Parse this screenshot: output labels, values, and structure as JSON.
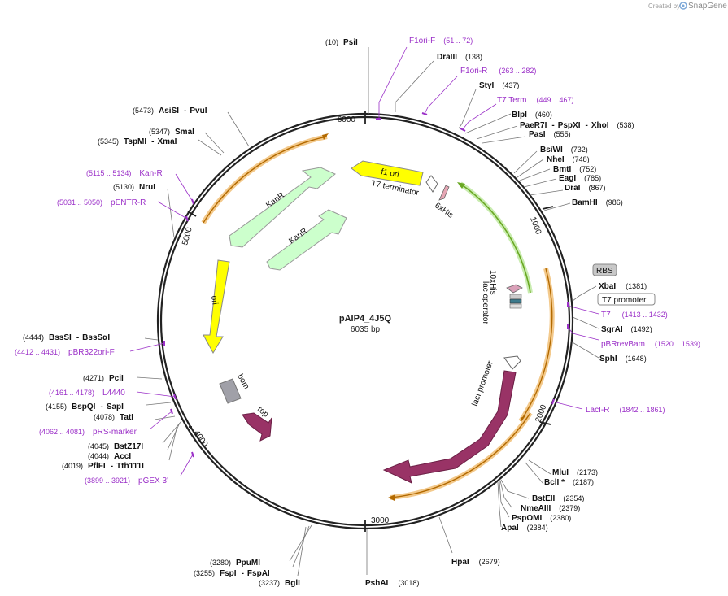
{
  "credit": {
    "created_by": "Created by",
    "brand": "SnapGene"
  },
  "plasmid": {
    "name": "pAIP4_4J5Q",
    "length_label": "6035 bp"
  },
  "ticks": [
    "1000",
    "2000",
    "3000",
    "4000",
    "5000",
    "6000"
  ],
  "enzymes": [
    {
      "pos": "(10)",
      "name": "PsiI"
    },
    {
      "name": "DraIII",
      "pos": "(138)"
    },
    {
      "name": "StyI",
      "pos": "(437)"
    },
    {
      "name": "BlpI",
      "pos": "(460)"
    },
    {
      "name": "PaeR7I",
      "name2": "PspXI",
      "name3": "XhoI",
      "pos": "(538)"
    },
    {
      "name": "PasI",
      "pos": "(555)"
    },
    {
      "name": "BsiWI",
      "pos": "(732)"
    },
    {
      "name": "NheI",
      "pos": "(748)"
    },
    {
      "name": "BmtI",
      "pos": "(752)"
    },
    {
      "name": "EagI",
      "pos": "(785)"
    },
    {
      "name": "DraI",
      "pos": "(867)"
    },
    {
      "name": "BamHI",
      "pos": "(986)"
    },
    {
      "name": "XbaI",
      "pos": "(1381)"
    },
    {
      "name": "SgrAI",
      "pos": "(1492)"
    },
    {
      "name": "SphI",
      "pos": "(1648)"
    },
    {
      "name": "MluI",
      "pos": "(2173)"
    },
    {
      "name": "BclI *",
      "pos": "(2187)"
    },
    {
      "name": "BstEII",
      "pos": "(2354)"
    },
    {
      "name": "NmeAIII",
      "pos": "(2379)"
    },
    {
      "name": "PspOMI",
      "pos": "(2380)"
    },
    {
      "name": "ApaI",
      "pos": "(2384)"
    },
    {
      "name": "HpaI",
      "pos": "(2679)"
    },
    {
      "name": "PshAI",
      "pos": "(3018)"
    },
    {
      "pos": "(3280)",
      "name": "PpuMI"
    },
    {
      "pos": "(3255)",
      "name": "FspI",
      "name2": "FspAI"
    },
    {
      "pos": "(3237)",
      "name": "BglI"
    },
    {
      "pos": "(4019)",
      "name": "PflFI",
      "name2": "Tth111I"
    },
    {
      "pos": "(4044)",
      "name": "AccI"
    },
    {
      "pos": "(4045)",
      "name": "BstZ17I"
    },
    {
      "pos": "(4078)",
      "name": "TatI"
    },
    {
      "pos": "(4155)",
      "name": "BspQI",
      "name2": "SapI"
    },
    {
      "pos": "(4271)",
      "name": "PciI"
    },
    {
      "pos": "(4444)",
      "name": "BssSI",
      "name2": "BssSαI"
    },
    {
      "pos": "(5130)",
      "name": "NruI"
    },
    {
      "pos": "(5345)",
      "name": "TspMI",
      "name2": "XmaI"
    },
    {
      "pos": "(5347)",
      "name": "SmaI"
    },
    {
      "pos": "(5473)",
      "name": "AsiSI",
      "name2": "PvuI"
    }
  ],
  "primers": [
    {
      "name": "F1ori-F",
      "range": "(51 .. 72)"
    },
    {
      "name": "F1ori-R",
      "range": "(263 .. 282)"
    },
    {
      "name": "T7 Term",
      "range": "(449 .. 467)"
    },
    {
      "name": "T7",
      "range": "(1413 .. 1432)"
    },
    {
      "name": "pBRrevBam",
      "range": "(1520 .. 1539)"
    },
    {
      "name": "LacI-R",
      "range": "(1842 .. 1861)"
    },
    {
      "name": "pGEX 3'",
      "range": "(3899 .. 3921)"
    },
    {
      "name": "pRS-marker",
      "range": "(4062 .. 4081)"
    },
    {
      "name": "L4440",
      "range": "(4161 .. 4178)"
    },
    {
      "name": "pBR322ori-F",
      "range": "(4412 .. 4431)"
    },
    {
      "name": "pENTR-R",
      "range": "(5031 .. 5050)"
    },
    {
      "name": "Kan-R",
      "range": "(5115 .. 5134)"
    }
  ],
  "features": {
    "f1_ori": "f1 ori",
    "t7_terminator": "T7 terminator",
    "six_his": "6xHis",
    "ten_his": "10xHis",
    "lac_operator": "lac operator",
    "rbs": "RBS",
    "t7_promoter": "T7 promoter",
    "laci_promoter": "lacI promoter",
    "laci": "lacI",
    "rop": "rop",
    "bom": "bom",
    "ori": "ori",
    "kanr_outer": "KanR",
    "kanr_inner": "KanR"
  },
  "colors": {
    "f1_ori": "#ffff00",
    "kanr": "#ccffcc",
    "ori": "#ffff00",
    "laci": "#993366",
    "rop": "#993366",
    "bom": "#a0a0a8",
    "orf_highlight": "#f3c98b",
    "orf_line": "#b36a00",
    "cds_green": "#6aa823",
    "primer": "#9b30c8"
  }
}
